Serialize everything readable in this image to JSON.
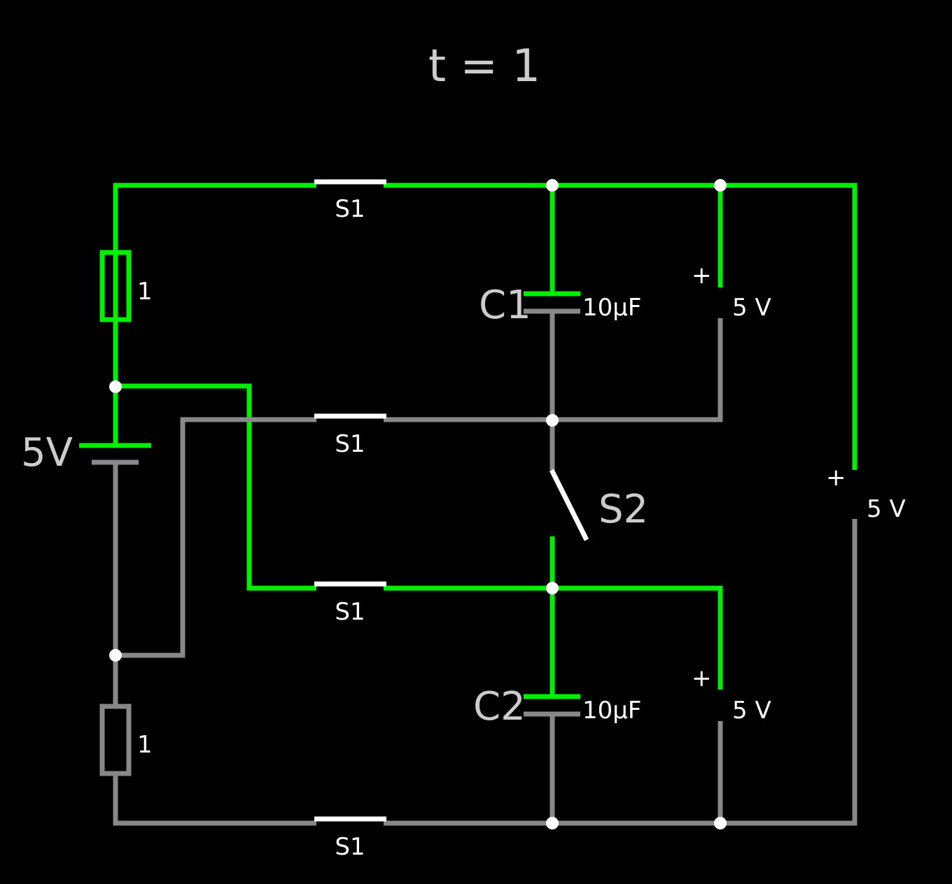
{
  "title": "t = 1",
  "colors": {
    "background": "#000000",
    "live_wire": "#00ee00",
    "dead_wire": "#888888",
    "switch": "#ffffff",
    "node": "#ffffff",
    "label": "#cccccc"
  },
  "components": {
    "battery": {
      "label": "5V"
    },
    "resistor_top": {
      "value": "1"
    },
    "resistor_bottom": {
      "value": "1"
    },
    "switch_s1_row1": {
      "label": "S1"
    },
    "switch_s1_row2": {
      "label": "S1"
    },
    "switch_s1_row3": {
      "label": "S1"
    },
    "switch_s1_row4": {
      "label": "S1"
    },
    "switch_s2": {
      "label": "S2"
    },
    "capacitor_c1": {
      "label": "C1",
      "value": "10µF"
    },
    "capacitor_c2": {
      "label": "C2",
      "value": "10µF"
    },
    "voltmeter_top": {
      "plus": "+",
      "reading": "5 V"
    },
    "voltmeter_bottom": {
      "plus": "+",
      "reading": "5 V"
    },
    "voltmeter_right": {
      "plus": "+",
      "reading": "5 V"
    }
  }
}
